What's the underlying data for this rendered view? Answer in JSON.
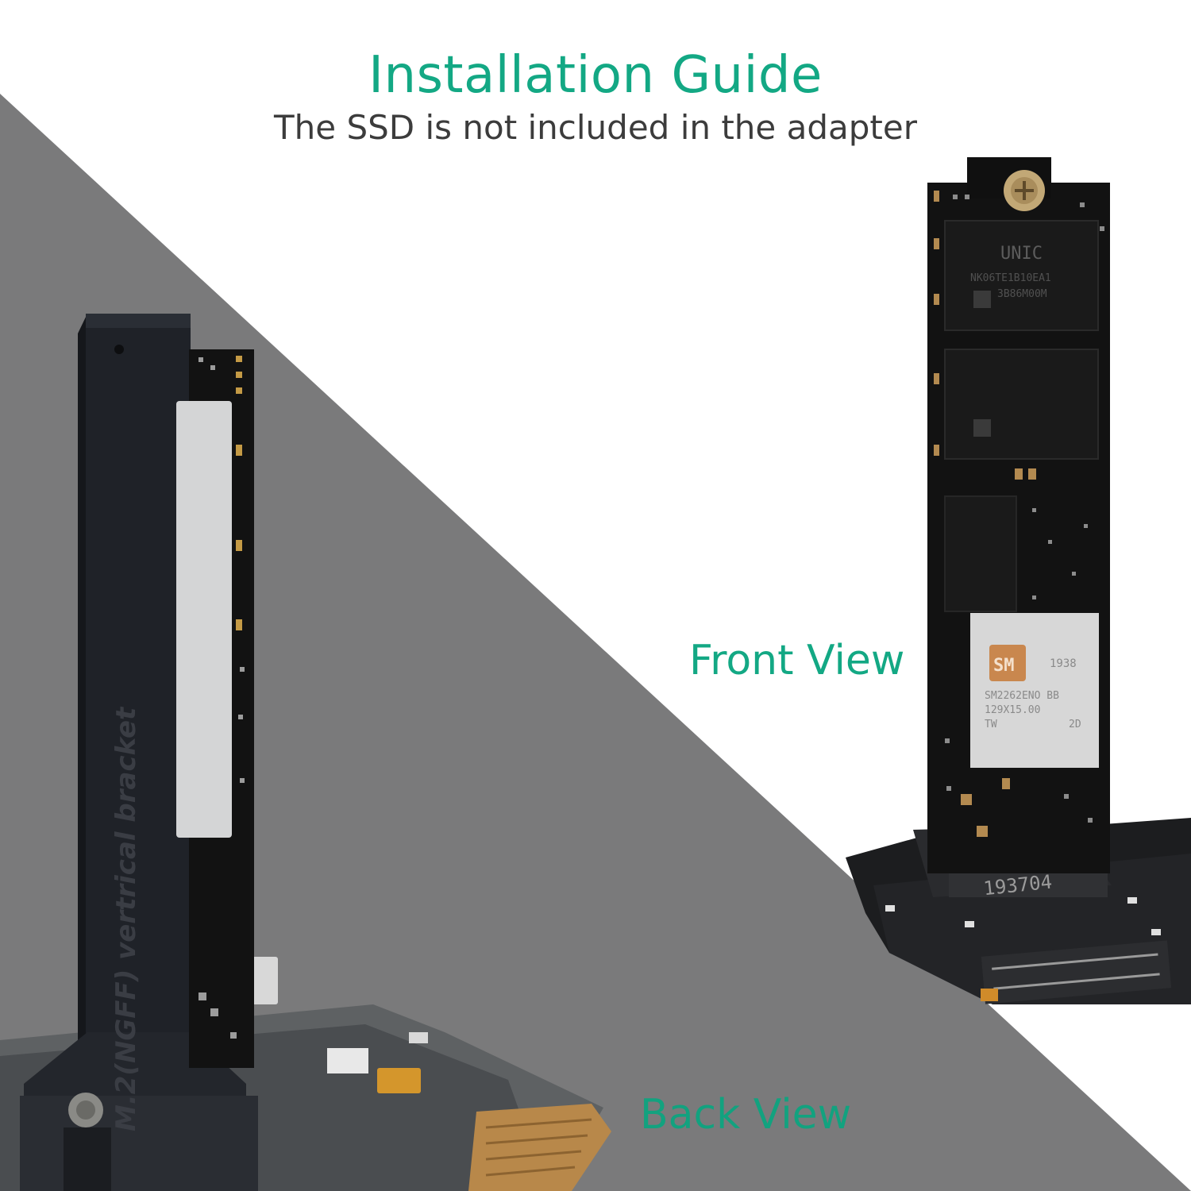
{
  "header": {
    "title": "Installation Guide",
    "subtitle": "The SSD is not included in the adapter"
  },
  "labels": {
    "front_view": "Front View",
    "back_view": "Back View"
  },
  "photo": {
    "bracket_text": "M.2(NGFF) vertrical bracket",
    "controller_brand": "SM",
    "controller_code": "1938",
    "controller_model": "SM2262ENO BB",
    "controller_line2": "129X15.00",
    "controller_line3": "TW",
    "controller_line4": "2D",
    "flash_brand": "UNIC",
    "flash_code": "NK06TE1B10EA1",
    "flash_line2": "3B86M00M",
    "socket_code": "193704"
  },
  "colors": {
    "accent": "#13a884",
    "subtitle": "#3c3c3c",
    "gray_panel": "#7a7a7b",
    "pcb": "#121212",
    "bracket": "#1f2228"
  }
}
